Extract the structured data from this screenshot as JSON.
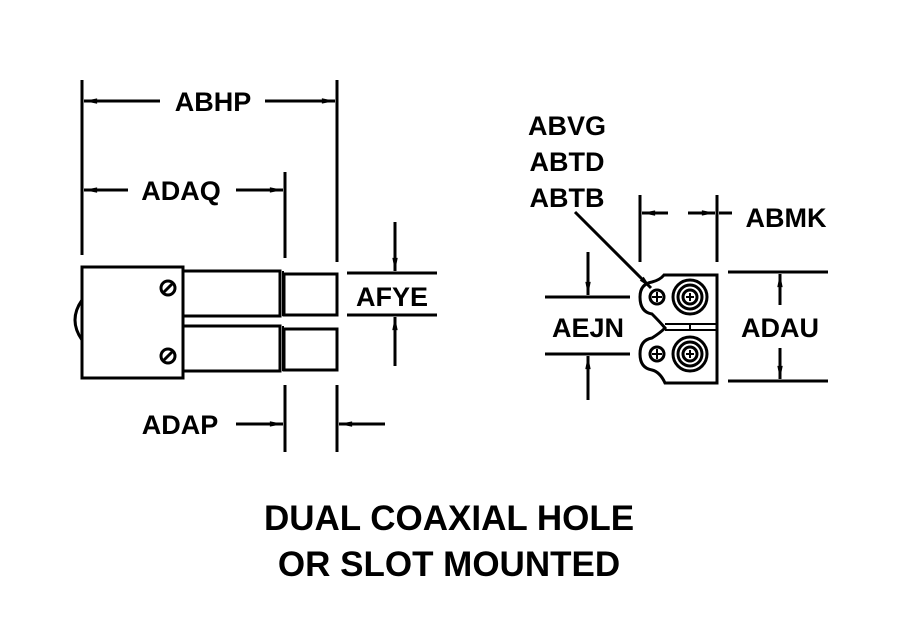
{
  "labels": {
    "abhp": "ABHP",
    "adaq": "ADAQ",
    "adap": "ADAP",
    "afye": "AFYE",
    "abvg": "ABVG",
    "abtd": "ABTD",
    "abtb": "ABTB",
    "abmk": "ABMK",
    "aejn": "AEJN",
    "adau": "ADAU"
  },
  "title": {
    "line1": "DUAL COAXIAL HOLE",
    "line2": "OR SLOT MOUNTED"
  }
}
